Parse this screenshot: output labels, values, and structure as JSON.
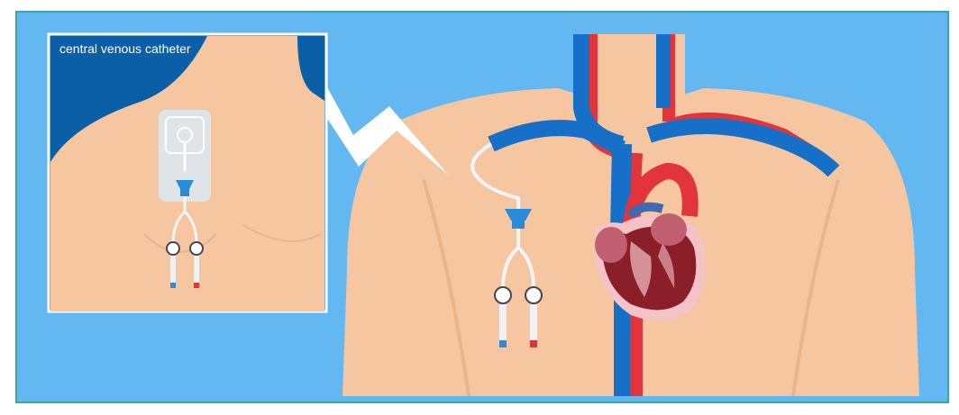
{
  "inset": {
    "label": "central venous catheter"
  },
  "colors": {
    "background": "#64b8f2",
    "frame_border": "#39a7a7",
    "skin": "#f5c6a0",
    "skin_shadow": "#e9b58d",
    "inset_background": "#0b5fa6",
    "vein_blue": "#1670c7",
    "artery_red": "#e2343b",
    "heart_muscle": "#8a1f2a",
    "heart_outline": "#f4c3c7",
    "dressing": "#dbe7ee",
    "connector_blue": "#2a8bd8"
  },
  "icons": {
    "callout": "lightning-zigzag-pointer",
    "heart": "anatomical-heart-cross-section",
    "catheter": "double-lumen-catheter"
  }
}
